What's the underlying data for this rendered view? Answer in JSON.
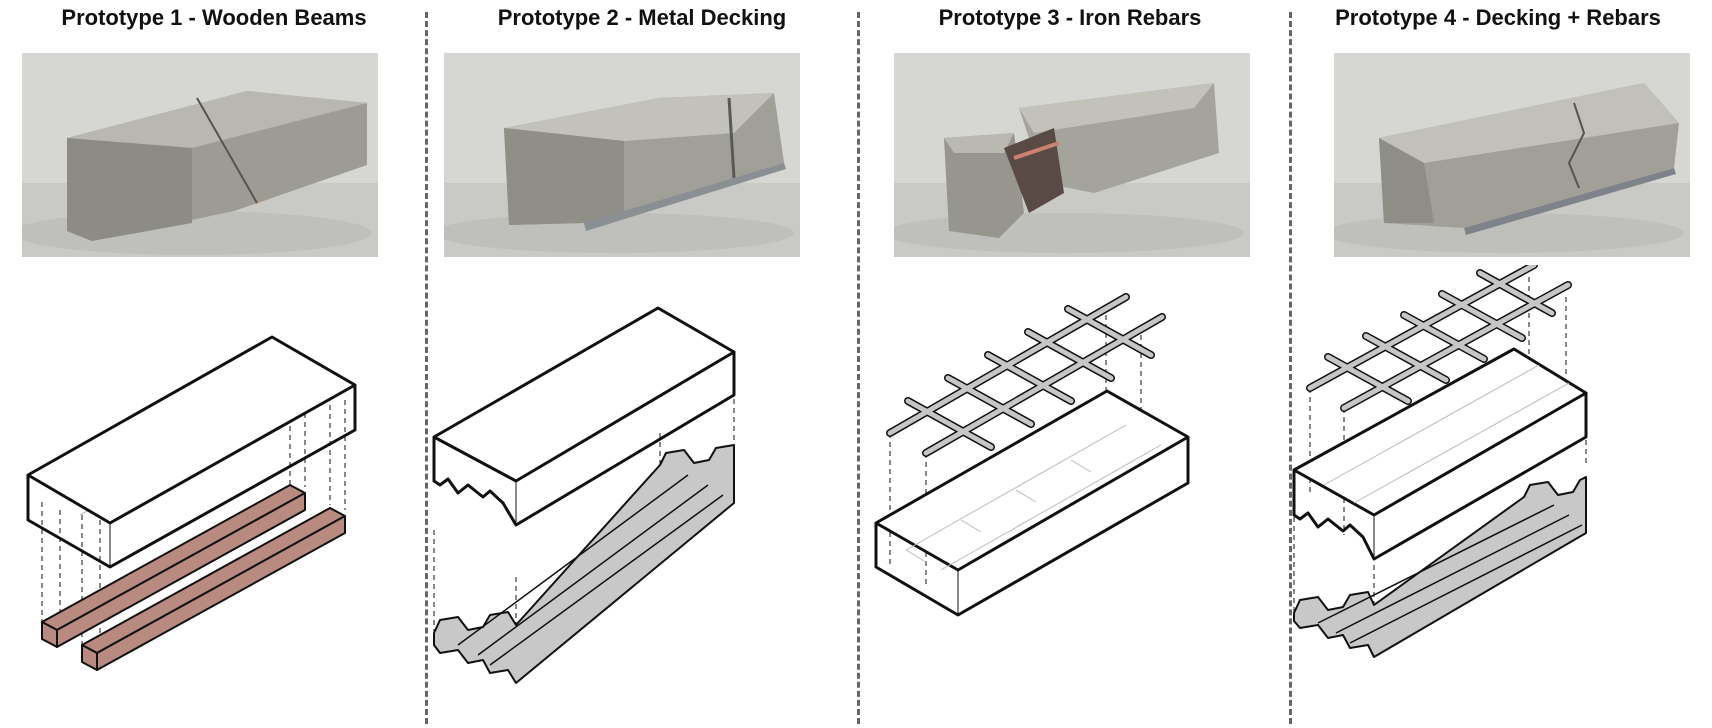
{
  "colors": {
    "wood": "#b98a80",
    "metal": "#c8c8c8",
    "rebar": "#c6c6c6",
    "outline": "#111111",
    "divider": "#666666",
    "photo_background": "#d8d9d5",
    "concrete": "#a7a69f"
  },
  "panels": [
    {
      "title": "Prototype 1 - Wooden Beams"
    },
    {
      "title": "Prototype 2 - Metal Decking"
    },
    {
      "title": "Prototype 3 - Iron Rebars"
    },
    {
      "title": "Prototype 4 - Decking + Rebars"
    }
  ]
}
